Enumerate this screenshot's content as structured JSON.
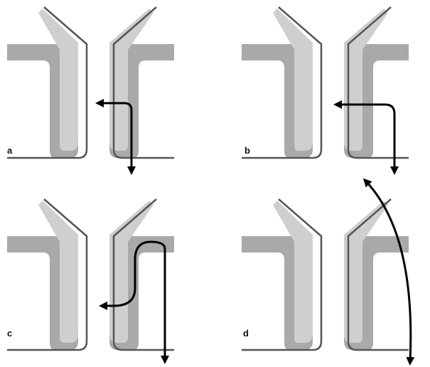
{
  "colors": {
    "background": "#ffffff",
    "outer_block": "#a9a9a9",
    "inner_channel": "#cfcfcf",
    "outline": "#555555",
    "arrow": "#000000"
  },
  "panels": [
    {
      "label": "a",
      "arrow_description": "arrow-down-then-left"
    },
    {
      "label": "b",
      "arrow_description": "arrow-down-then-left"
    },
    {
      "label": "c",
      "arrow_description": "arrow-over-bump-then-left"
    },
    {
      "label": "d",
      "arrow_description": "curved-arrow-upward"
    }
  ]
}
